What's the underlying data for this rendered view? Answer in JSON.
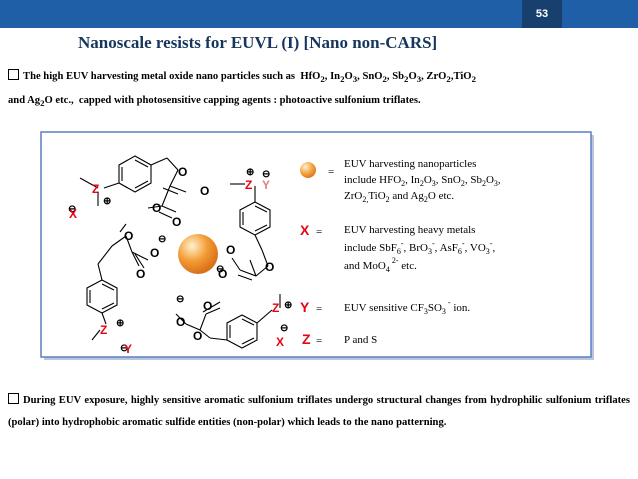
{
  "slide": {
    "page_number": "53",
    "title": "Nanoscale resists for EUVL (I) [Nano non-CARS]",
    "bullet1": {
      "line1_prefix": "The high EUV harvesting metal oxide nano particles such as  ",
      "oxides_line1": [
        "HfO2",
        "In2O3",
        "SnO2",
        "Sb2O3",
        "ZrO2",
        "TiO2"
      ],
      "line2": "and Ag2O etc.,  capped with photosensitive capping agents : photoactive sulfonium triflates."
    },
    "bullet2": "During EUV exposure, highly sensitive aromatic sulfonium triflates undergo structural changes from hydrophilic sulfonium triflates (polar) into hydrophobic aromatic sulfide entities (non-polar) which leads to the nano patterning."
  },
  "figure": {
    "legend": [
      {
        "symbol": "sphere",
        "eq": "=",
        "text1": "EUV harvesting nanoparticles",
        "text2": "include HFO2, In2O3, SnO2, Sb2O3,",
        "text3": "ZrO2,TiO2 and Ag2O etc."
      },
      {
        "symbol": "X",
        "eq": "=",
        "text1": "EUV harvesting heavy metals",
        "text2": "include SbF6-, BrO3-, AsF6-, VO3-,",
        "text3": "and MoO4 2- etc."
      },
      {
        "symbol": "Y",
        "eq": "=",
        "text1": "EUV sensitive CF3SO3 -  ion."
      },
      {
        "symbol": "Z",
        "eq": "=",
        "text1": "P and S"
      }
    ],
    "atom_labels": {
      "O": "O",
      "Z": "Z",
      "X": "X",
      "Y": "Y",
      "plus": "⊕",
      "minus": "⊖"
    }
  },
  "colors": {
    "topbar": "#1f5fa8",
    "page_box": "#17406f",
    "title": "#17365d",
    "figure_border": "#5b7fc4",
    "hetero": "#e30613",
    "sphere": "#f39c34"
  }
}
